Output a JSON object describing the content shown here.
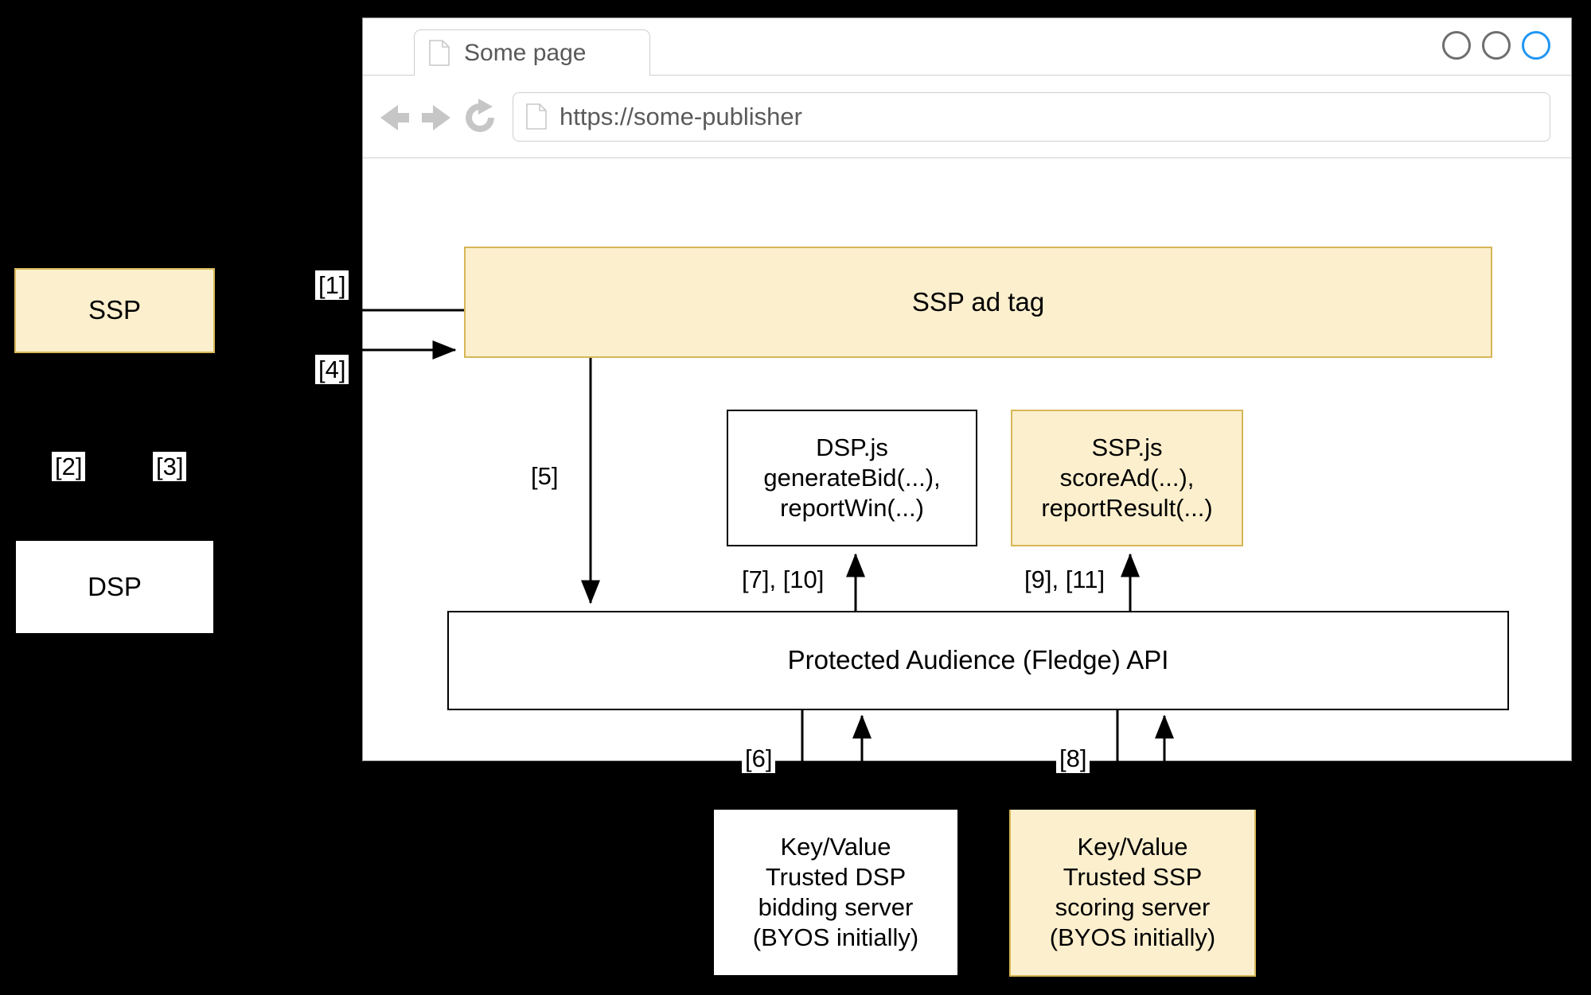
{
  "browser": {
    "tab": {
      "title": "Some page",
      "icon": "document-icon"
    },
    "window_controls": [
      {
        "name": "window-control-minimize",
        "color": "#6e6e6e"
      },
      {
        "name": "window-control-maximize",
        "color": "#6e6e6e"
      },
      {
        "name": "window-control-close",
        "color": "#2196f3"
      }
    ],
    "toolbar": {
      "back_icon": "back-arrow-icon",
      "forward_icon": "forward-arrow-icon",
      "reload_icon": "reload-icon",
      "page_icon": "document-icon",
      "url": "https://some-publisher"
    }
  },
  "diagram": {
    "boxes": {
      "ssp": "SSP",
      "dsp": "DSP",
      "ssp_ad_tag": "SSP ad tag",
      "dsp_js": "DSP.js\ngenerateBid(...),\nreportWin(...)",
      "ssp_js": "SSP.js\nscoreAd(...),\nreportResult(...)",
      "fledge_api": "Protected Audience (Fledge) API",
      "kv_dsp": "Key/Value\nTrusted DSP\nbidding server\n(BYOS initially)",
      "kv_ssp": "Key/Value\nTrusted SSP\nscoring server\n(BYOS initially)"
    },
    "step_labels": {
      "s1": "[1]",
      "s2": "[2]",
      "s3": "[3]",
      "s4": "[4]",
      "s5": "[5]",
      "s7_10": "[7], [10]",
      "s9_11": "[9], [11]",
      "s6": "[6]",
      "s8": "[8]"
    },
    "colors": {
      "ssp_fill": "#fcefcd",
      "ssp_border": "#d6b656",
      "dsp_fill": "#ffffff",
      "dsp_border": "#000000",
      "page_background": "#000000",
      "browser_background": "#ffffff",
      "accent_blue": "#2196f3"
    }
  }
}
